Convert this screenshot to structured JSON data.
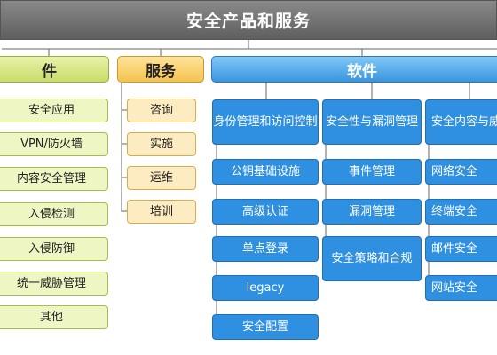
{
  "root": {
    "title": "安全产品和服务"
  },
  "categories": {
    "hardware": {
      "label": "件",
      "items": [
        "安全应用",
        "VPN/防火墙",
        "内容安全管理",
        "入侵检测",
        "入侵防御",
        "统一威胁管理",
        "其他"
      ]
    },
    "services": {
      "label": "服务",
      "items": [
        "咨询",
        "实施",
        "运维",
        "培训"
      ]
    },
    "software": {
      "label": "软件",
      "columns": [
        {
          "items": [
            "身份管理和访问控制",
            "公钥基础设施",
            "高级认证",
            "单点登录",
            "legacy",
            "安全配置"
          ]
        },
        {
          "items": [
            "安全性与漏洞管理",
            "事件管理",
            "漏洞管理",
            "安全策略和合规"
          ]
        },
        {
          "items": [
            "安全内容与威胁管理",
            "网络安全",
            "终端安全",
            "邮件安全",
            "网站安全"
          ]
        }
      ]
    }
  },
  "colors": {
    "root": "#6f6f6f",
    "hardware": "#c9dc6a",
    "services": "#f3c34e",
    "software": "#3a95de"
  }
}
